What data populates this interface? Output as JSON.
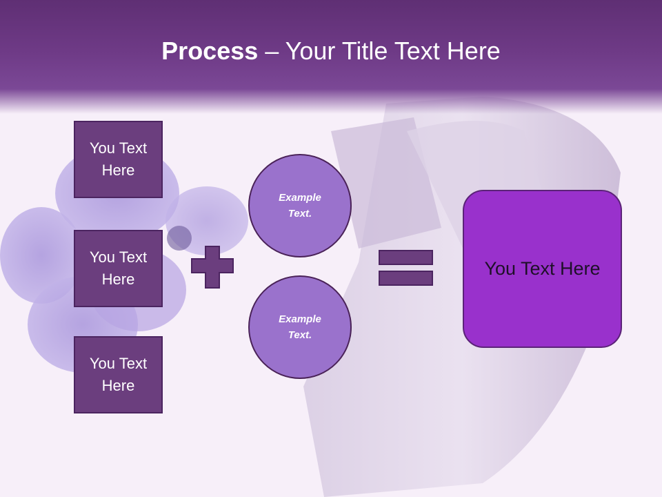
{
  "title": {
    "bold": "Process",
    "rest": " – Your Title Text Here"
  },
  "boxes": [
    {
      "label": "You Text Here"
    },
    {
      "label": "You Text Here"
    },
    {
      "label": "You Text Here"
    }
  ],
  "circles": [
    {
      "label": "Example Text."
    },
    {
      "label": "Example Text."
    }
  ],
  "result": {
    "label": "You Text Here"
  },
  "colors": {
    "header": "#6e3a86",
    "box": "#6b3e7e",
    "circle": "#9a72cc",
    "result": "#9931cc"
  }
}
